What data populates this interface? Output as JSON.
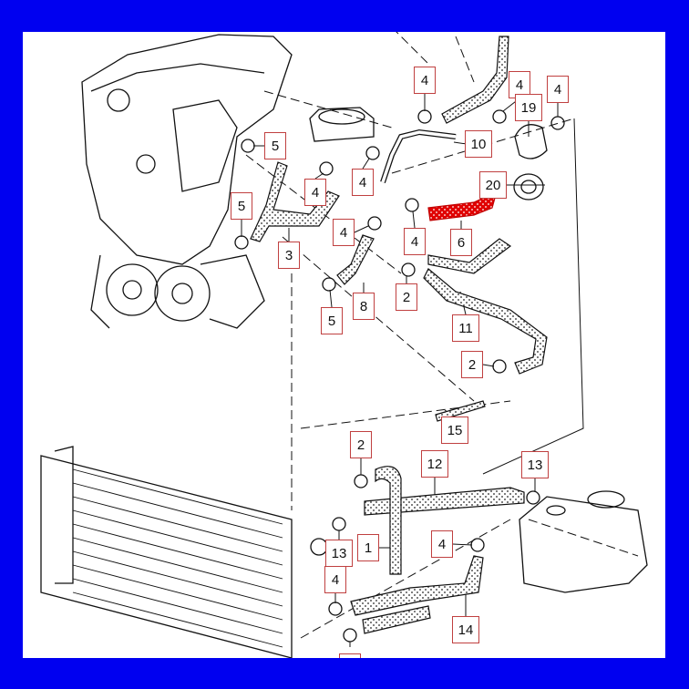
{
  "diagram": {
    "highlight_color": "#e00000",
    "frame_color": "#0000f0",
    "highlighted_part": "6",
    "callouts": [
      "4",
      "4",
      "4",
      "19",
      "5",
      "10",
      "20",
      "4",
      "4",
      "5",
      "4",
      "4",
      "6",
      "3",
      "2",
      "8",
      "5",
      "11",
      "2",
      "15",
      "2",
      "12",
      "13",
      "13",
      "1",
      "4",
      "4",
      "14"
    ]
  }
}
